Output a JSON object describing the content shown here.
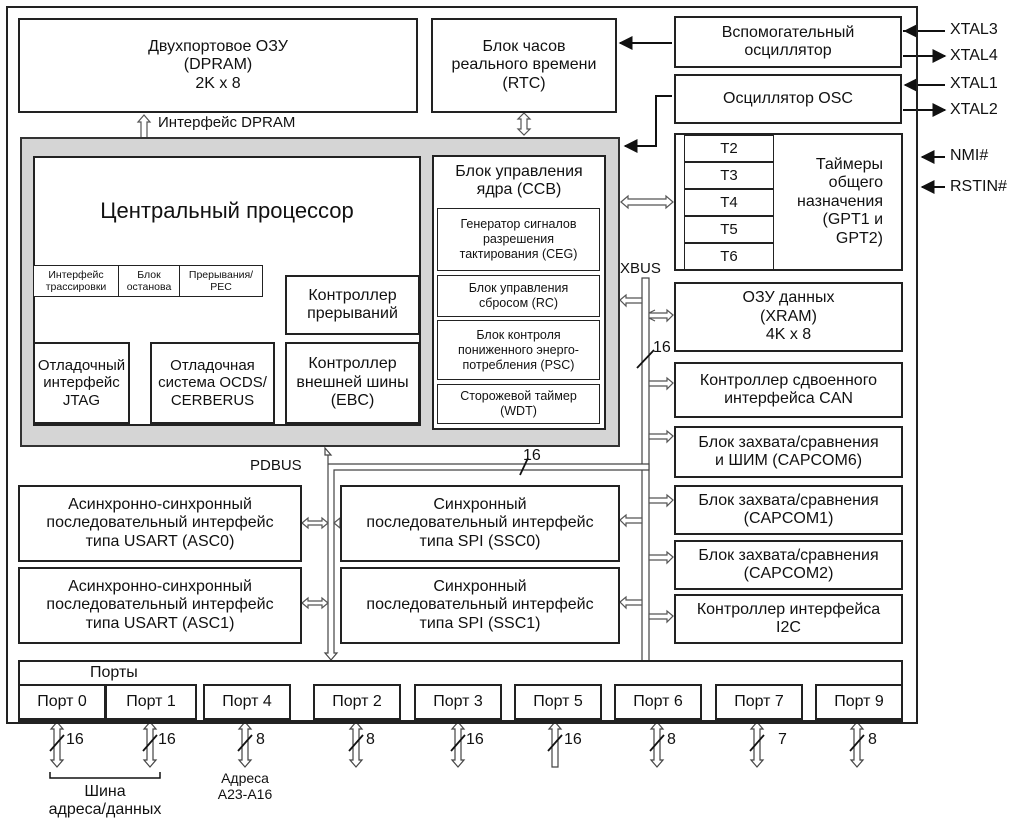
{
  "dpram": {
    "l1": "Двухпортовое ОЗУ",
    "l2": "(DPRAM)",
    "l3": "2K x 8"
  },
  "dpram_if": "Интерфейс DPRAM",
  "rtc": {
    "l1": "Блок часов",
    "l2": "реального времени",
    "l3": "(RTC)"
  },
  "aux_osc": {
    "l1": "Вспомогательный",
    "l2": "осциллятор"
  },
  "osc": "Осциллятор OSC",
  "pins": {
    "xtal3": "XTAL3",
    "xtal4": "XTAL4",
    "xtal1": "XTAL1",
    "xtal2": "XTAL2",
    "nmi": "NMI#",
    "rstin": "RSTIN#"
  },
  "cpu": "Центральный процессор",
  "cpu_sub": {
    "trace": "Интерфейс трассировки",
    "brk": "Блок останова",
    "pec": "Прерывания/ PEC"
  },
  "int_ctrl": {
    "l1": "Контроллер",
    "l2": "прерываний"
  },
  "ebc": {
    "l1": "Контроллер",
    "l2": "внешней шины",
    "l3": "(EBC)"
  },
  "jtag": {
    "l1": "Отладочный",
    "l2": "интерфейс",
    "l3": "JTAG"
  },
  "ocds": {
    "l1": "Отладочная",
    "l2": "система OCDS/",
    "l3": "CERBERUS"
  },
  "ccb": {
    "l1": "Блок управления",
    "l2": "ядра (CCB)"
  },
  "ceg": {
    "l1": "Генератор сигналов",
    "l2": "разрешения",
    "l3": "тактирования (CEG)"
  },
  "rc": {
    "l1": "Блок управления",
    "l2": "сбросом (RC)"
  },
  "psc": {
    "l1": "Блок контроля",
    "l2": "пониженного энерго-",
    "l3": "потребления (PSC)"
  },
  "wdt": {
    "l1": "Сторожевой таймер",
    "l2": "(WDT)"
  },
  "gpt": {
    "l1": "Таймеры",
    "l2": "общего",
    "l3": "назначения",
    "l4": "(GPT1 и",
    "l5": "GPT2)",
    "t": [
      "T2",
      "T3",
      "T4",
      "T5",
      "T6"
    ]
  },
  "xbus": "XBUS",
  "xbus_w": "16",
  "xram": {
    "l1": "ОЗУ данных",
    "l2": "(XRAM)",
    "l3": "4K x 8"
  },
  "can": {
    "l1": "Контроллер сдвоенного",
    "l2": "интерфейса CAN"
  },
  "capcom6": {
    "l1": "Блок захвата/сравнения",
    "l2": "и ШИМ (CAPCOM6)"
  },
  "capcom1": {
    "l1": "Блок захвата/сравнения",
    "l2": "(CAPCOM1)"
  },
  "capcom2": {
    "l1": "Блок захвата/сравнения",
    "l2": "(CAPCOM2)"
  },
  "i2c": {
    "l1": "Контроллер интерфейса",
    "l2": "I2C"
  },
  "pdbus": "PDBUS",
  "pdbus_w": "16",
  "asc0": {
    "l1": "Асинхронно-синхронный",
    "l2": "последовательный интерфейс",
    "l3": "типа USART (ASC0)"
  },
  "asc1": {
    "l1": "Асинхронно-синхронный",
    "l2": "последовательный интерфейс",
    "l3": "типа USART (ASC1)"
  },
  "ssc0": {
    "l1": "Синхронный",
    "l2": "последовательный интерфейс",
    "l3": "типа SPI (SSC0)"
  },
  "ssc1": {
    "l1": "Синхронный",
    "l2": "последовательный интерфейс",
    "l3": "типа SPI (SSC1)"
  },
  "ports_title": "Порты",
  "ports": [
    "Порт 0",
    "Порт 1",
    "Порт 4",
    "Порт 2",
    "Порт 3",
    "Порт 5",
    "Порт 6",
    "Порт 7",
    "Порт 9"
  ],
  "port_widths": [
    "16",
    "16",
    "8",
    "8",
    "16",
    "16",
    "8",
    "7",
    "8"
  ],
  "addr_bus": {
    "l1": "Шина",
    "l2": "адреса/данных"
  },
  "addr_hi": {
    "l1": "Адреса",
    "l2": "A23-A16"
  }
}
